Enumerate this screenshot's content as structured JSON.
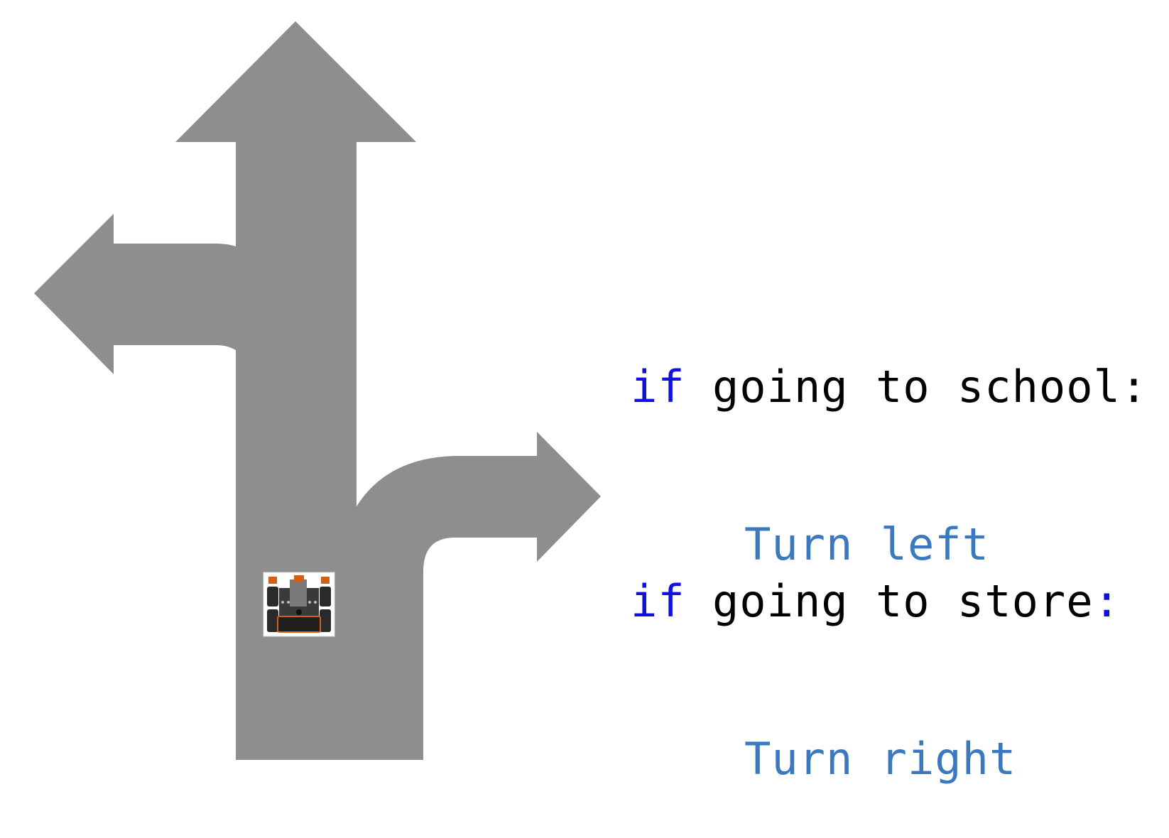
{
  "colors": {
    "road": "#8e8e8e",
    "keyword": "#1010e0",
    "statement": "#3a78c0",
    "text": "#000000"
  },
  "icons": {
    "robot": "robot-icon"
  },
  "code": {
    "block1": {
      "keyword": "if",
      "condition": " going to school",
      "colon": ":",
      "statement": "Turn left"
    },
    "block2": {
      "keyword": "if",
      "condition": " going to store",
      "colon": ":",
      "statement": "Turn right"
    }
  }
}
